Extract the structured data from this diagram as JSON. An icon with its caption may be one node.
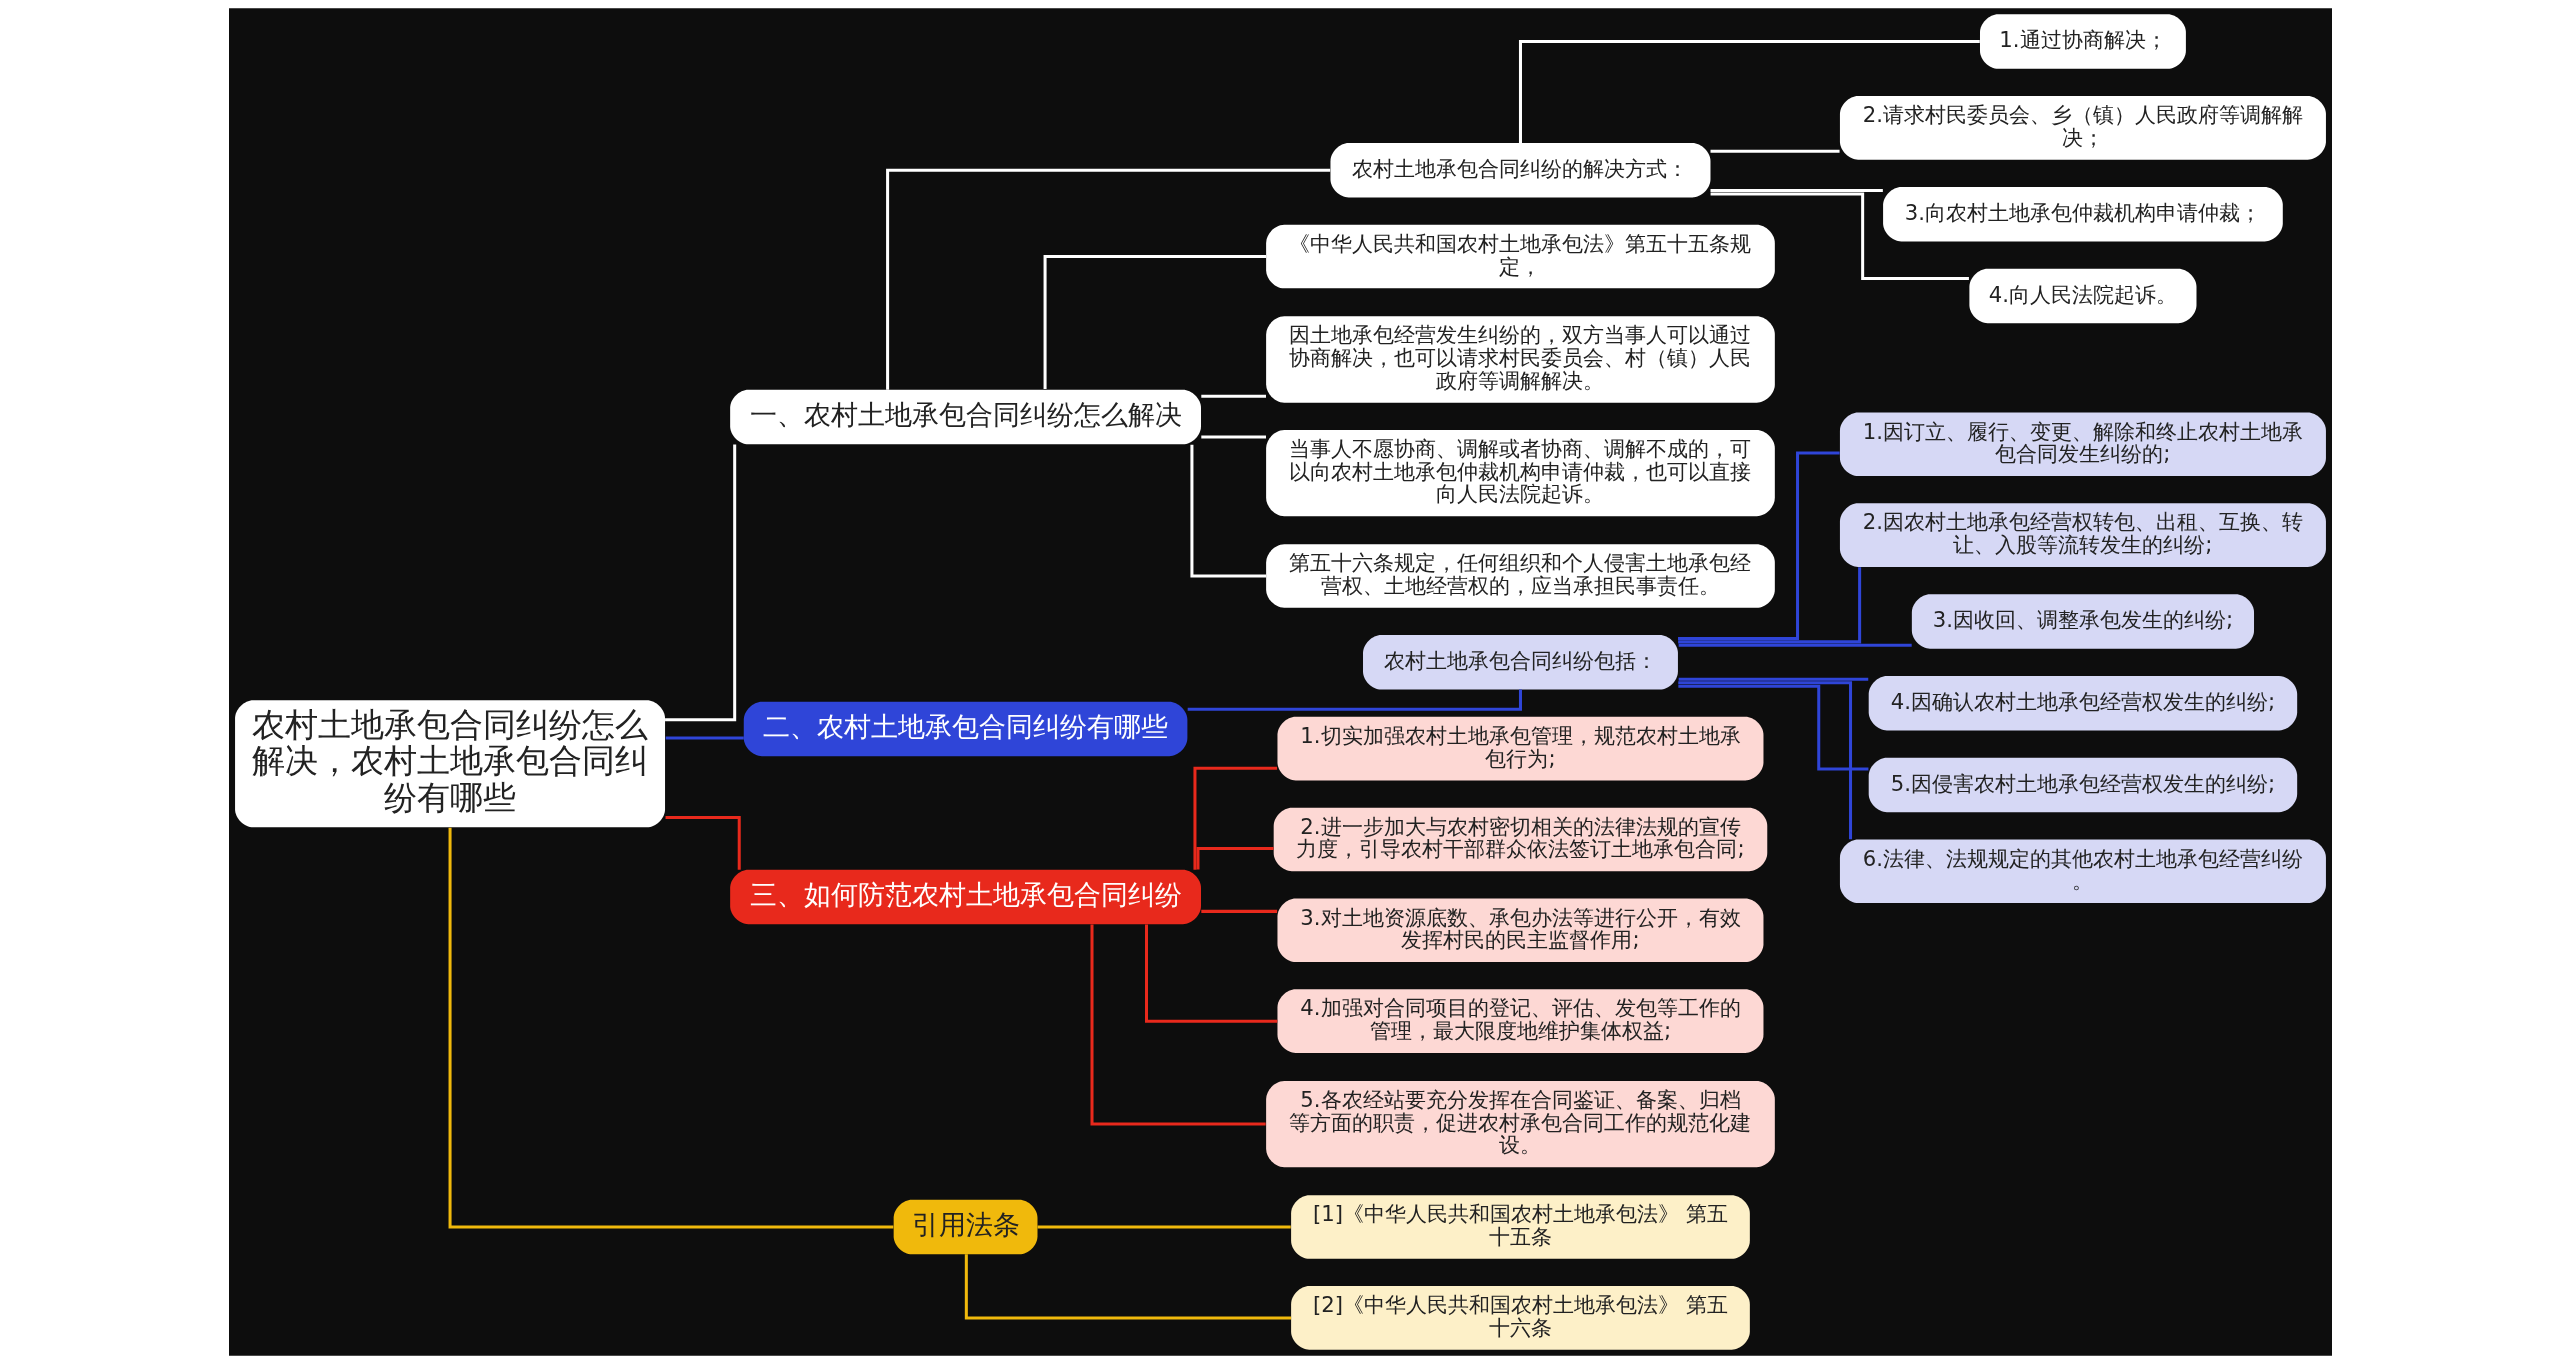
{
  "diagram": {
    "nodes": [
      {
        "text": [
          "农村土地承包合同纠纷怎么解决，农村土地承包合同纠纷有哪些"
        ]
      },
      {
        "text": [
          "一、农村土地承包合同纠纷怎么解决"
        ]
      },
      {
        "text": [
          "农村土地承包合同纠纷的解决方式："
        ]
      },
      {
        "text": [
          "1.通过协商解决；"
        ]
      },
      {
        "text": [
          "2.请求村民委员会、乡（镇）人民政府等调解解决；"
        ]
      },
      {
        "text": [
          "3.向农村土地承包仲裁机构申请仲裁；"
        ]
      },
      {
        "text": [
          "4.向人民法院起诉。"
        ]
      },
      {
        "text": [
          "《中华人民共和国农村土地承包法》第五十五条规定，"
        ]
      },
      {
        "text": [
          "因土地承包经营发生纠纷的，双方当事人可以通过协商解决，也可以请求村民委员会、村（镇）人民政府等调解解决。"
        ]
      },
      {
        "text": [
          "当事人不愿协商、调解或者协商、调解不成的，可以向农村土地承包仲裁机构申请仲裁，也可以直接向人民法院起诉。"
        ]
      },
      {
        "text": [
          "第五十六条规定，任何组织和个人侵害土地承包经营权、土地经营权的，应当承担民事责任。"
        ]
      },
      {
        "text": [
          "二、农村土地承包合同纠纷有哪些"
        ]
      },
      {
        "text": [
          "农村土地承包合同纠纷包括："
        ]
      },
      {
        "text": [
          "1.因订立、履行、变更、解除和终止农村土地承包合同发生纠纷的;"
        ]
      },
      {
        "text": [
          "2.因农村土地承包经营权转包、出租、互换、转让、入股等流转发生的纠纷;"
        ]
      },
      {
        "text": [
          "3.因收回、调整承包发生的纠纷;"
        ]
      },
      {
        "text": [
          "4.因确认农村土地承包经营权发生的纠纷;"
        ]
      },
      {
        "text": [
          "5.因侵害农村土地承包经营权发生的纠纷;"
        ]
      },
      {
        "text": [
          "6.法律、法规规定的其他农村土地承包经营纠纷。"
        ]
      },
      {
        "text": [
          "三、如何防范农村土地承包合同纠纷"
        ]
      },
      {
        "text": [
          "1.切实加强农村土地承包管理，规范农村土地承包行为;"
        ]
      },
      {
        "text": [
          "2.进一步加大与农村密切相关的法律法规的宣传力度，引导农村干部群众依法签订土地承包合同;"
        ]
      },
      {
        "text": [
          "3.对土地资源底数、承包办法等进行公开，有效发挥村民的民主监督作用;"
        ]
      },
      {
        "text": [
          "4.加强对合同项目的登记、评估、发包等工作的管理，最大限度地维护集体权益;"
        ]
      },
      {
        "text": [
          "5.各农经站要充分发挥在合同鉴证、备案、归档等方面的职责，促进农村承包合同工作的规范化建设。"
        ]
      },
      {
        "text": [
          "引用法条"
        ]
      },
      {
        "text": [
          "[1]《中华人民共和国农村土地承包法》 第五十五条"
        ]
      },
      {
        "text": [
          "[2]《中华人民共和国农村土地承包法》 第五十六条"
        ]
      }
    ],
    "edges": [
      {
        "from": 0,
        "to": 1,
        "arrow": "none"
      },
      {
        "from": 1,
        "to": 2,
        "arrow": "none"
      },
      {
        "from": 2,
        "to": 3,
        "arrow": "none"
      },
      {
        "from": 2,
        "to": 4,
        "arrow": "none"
      },
      {
        "from": 2,
        "to": 5,
        "arrow": "none"
      },
      {
        "from": 2,
        "to": 6,
        "arrow": "none"
      },
      {
        "from": 1,
        "to": 7,
        "arrow": "none"
      },
      {
        "from": 1,
        "to": 8,
        "arrow": "none"
      },
      {
        "from": 1,
        "to": 9,
        "arrow": "none"
      },
      {
        "from": 1,
        "to": 10,
        "arrow": "none"
      },
      {
        "from": 0,
        "to": 11,
        "arrow": "none",
        "color": "#2f45d8"
      },
      {
        "from": 11,
        "to": 12,
        "arrow": "none",
        "color": "#2f45d8"
      },
      {
        "from": 12,
        "to": 13,
        "arrow": "none",
        "color": "#2f45d8"
      },
      {
        "from": 12,
        "to": 14,
        "arrow": "none",
        "color": "#2f45d8"
      },
      {
        "from": 12,
        "to": 15,
        "arrow": "none",
        "color": "#2f45d8"
      },
      {
        "from": 12,
        "to": 16,
        "arrow": "none",
        "color": "#2f45d8"
      },
      {
        "from": 12,
        "to": 17,
        "arrow": "none",
        "color": "#2f45d8"
      },
      {
        "from": 12,
        "to": 18,
        "arrow": "none",
        "color": "#2f45d8"
      },
      {
        "from": 0,
        "to": 19,
        "arrow": "none",
        "color": "#e8291c"
      },
      {
        "from": 19,
        "to": 20,
        "arrow": "none",
        "color": "#e8291c"
      },
      {
        "from": 19,
        "to": 21,
        "arrow": "none",
        "color": "#e8291c"
      },
      {
        "from": 19,
        "to": 22,
        "arrow": "none",
        "color": "#e8291c"
      },
      {
        "from": 19,
        "to": 23,
        "arrow": "none",
        "color": "#e8291c"
      },
      {
        "from": 19,
        "to": 24,
        "arrow": "none",
        "color": "#e8291c"
      },
      {
        "from": 0,
        "to": 25,
        "arrow": "none",
        "color": "#f0b90c"
      },
      {
        "from": 25,
        "to": 26,
        "arrow": "none",
        "color": "#f0b90c"
      },
      {
        "from": 25,
        "to": 27,
        "arrow": "none",
        "color": "#f0b90c"
      }
    ]
  }
}
